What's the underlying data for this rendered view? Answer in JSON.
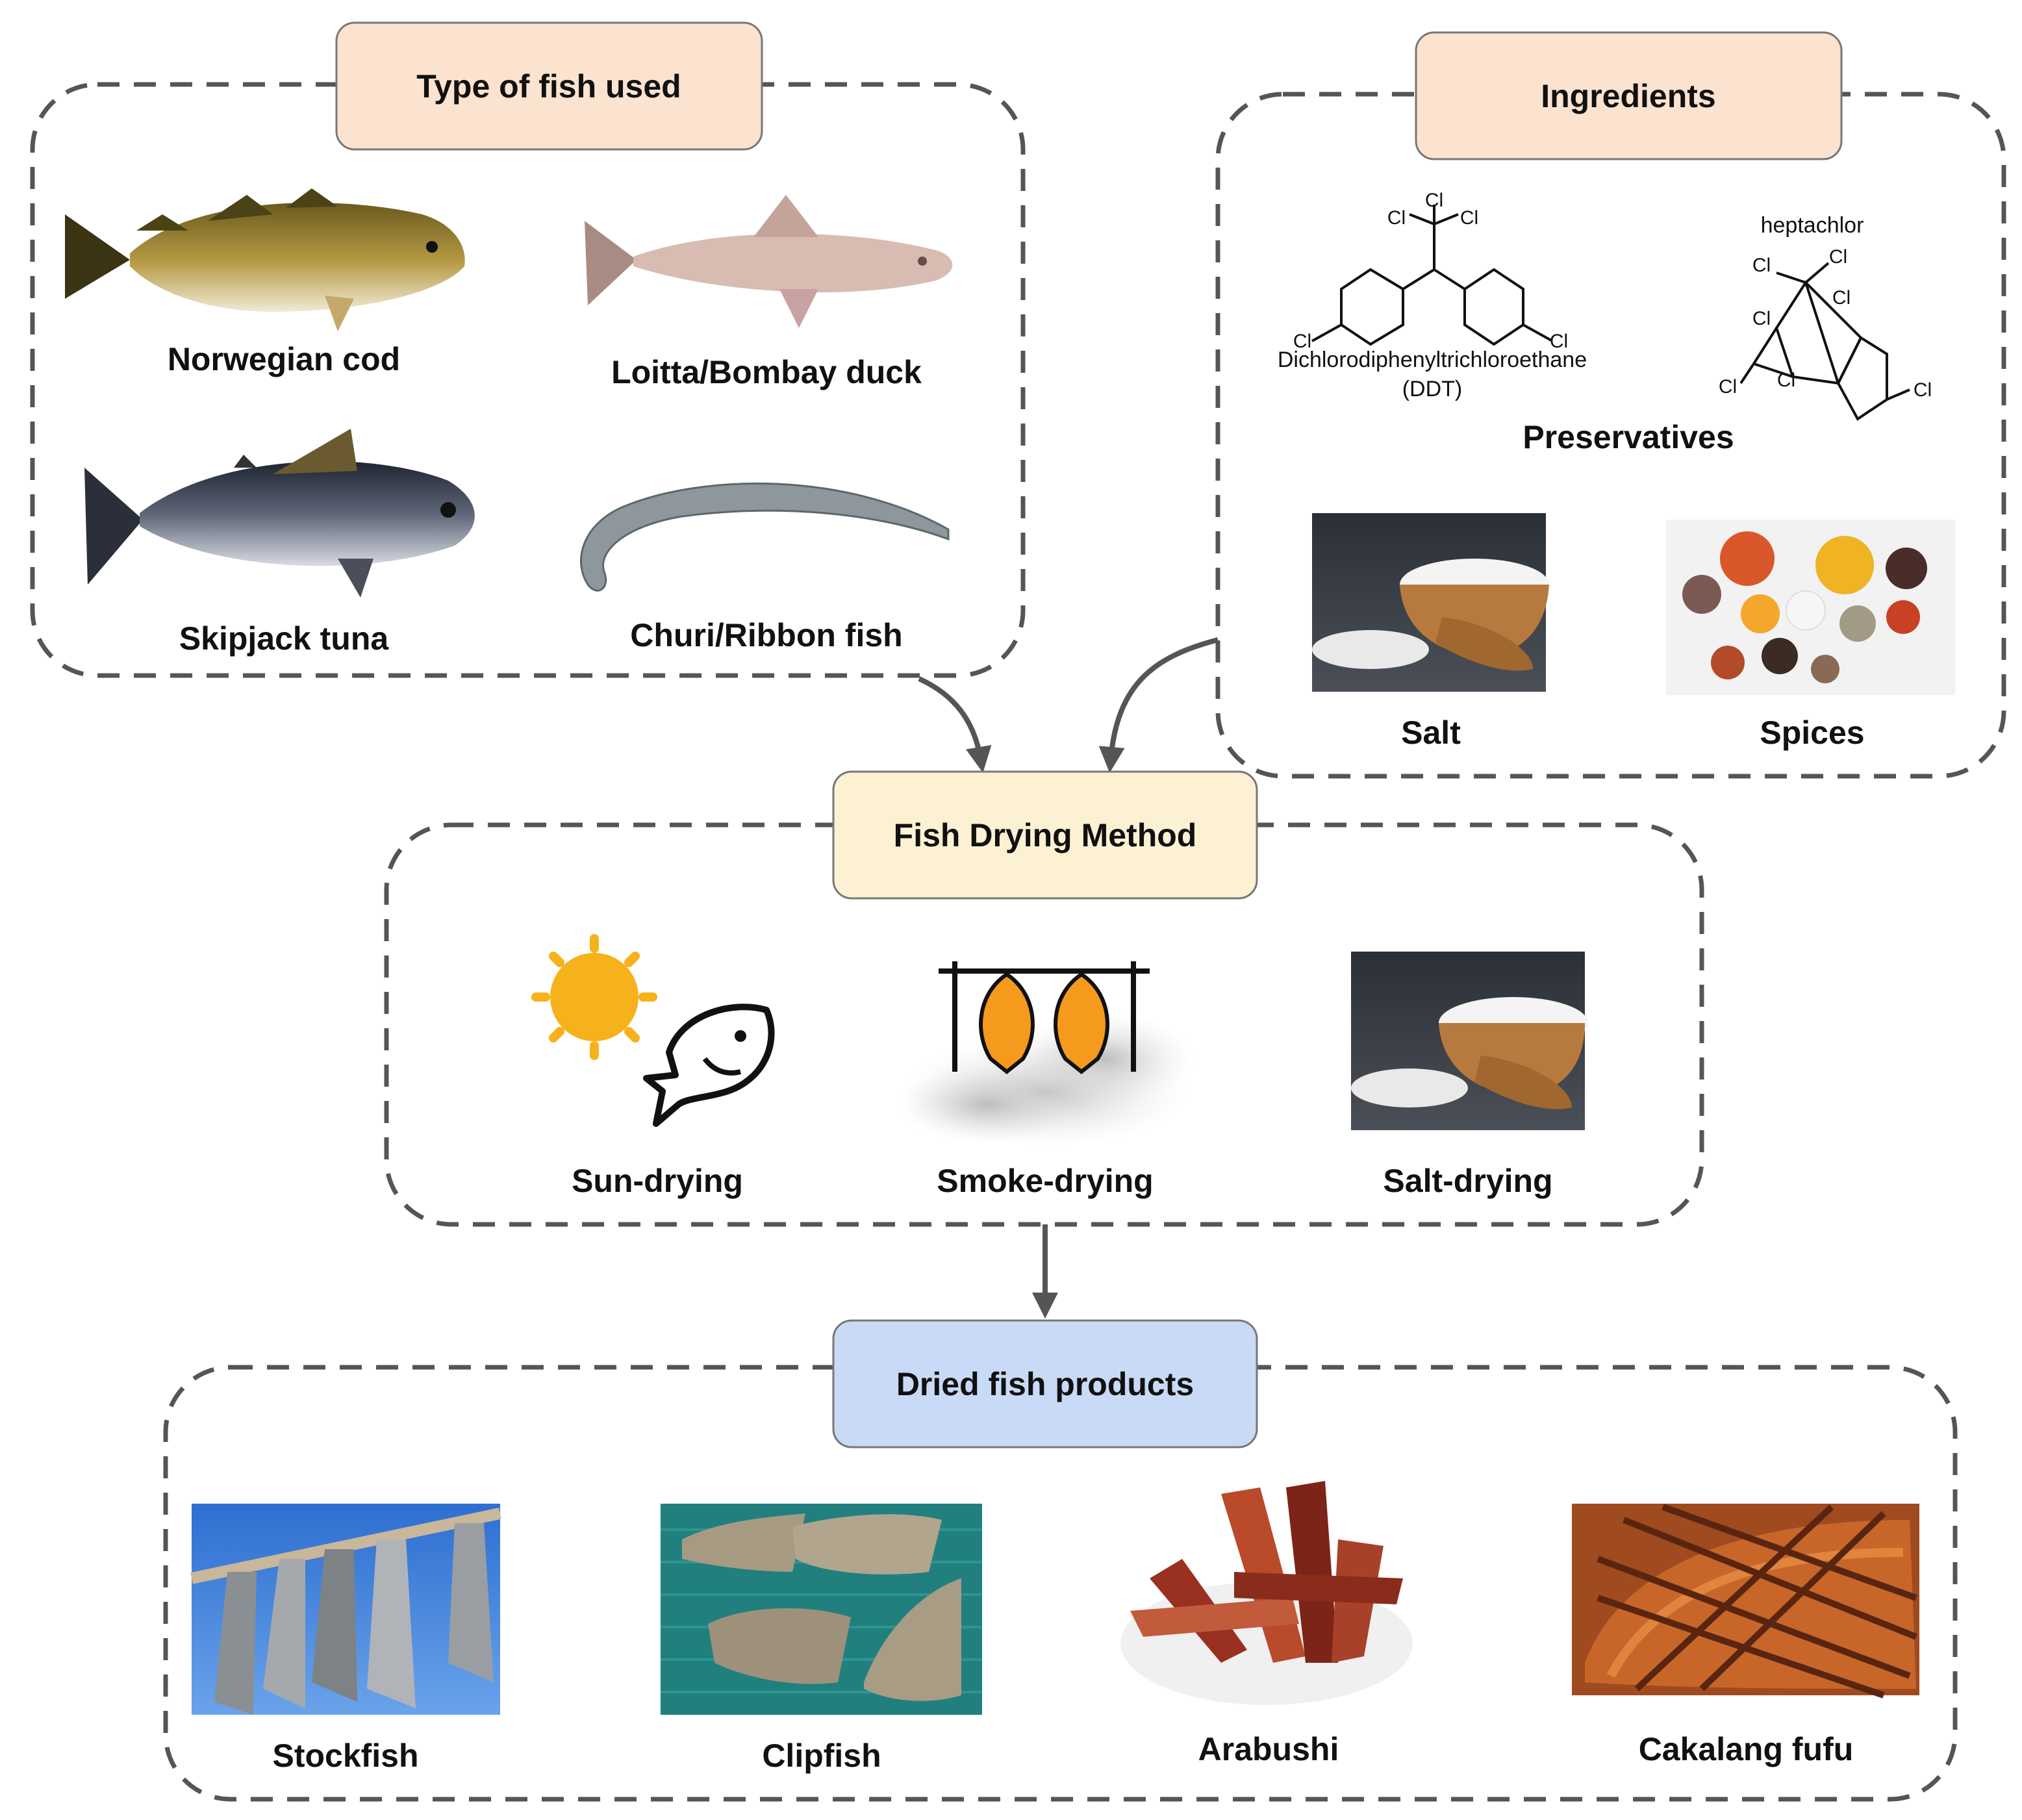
{
  "fish_types": {
    "header": "Type of fish used",
    "items": [
      "Norwegian cod",
      "Loitta/Bombay duck",
      "Skipjack tuna",
      "Churi/Ribbon fish"
    ]
  },
  "ingredients": {
    "header": "Ingredients",
    "ddt_name": "Dichlorodiphenyltrichloroethane",
    "ddt_abbr": "(DDT)",
    "heptachlor": "heptachlor",
    "preservatives_label": "Preservatives",
    "chlorine_symbol": "Cl",
    "salt_label": "Salt",
    "spices_label": "Spices"
  },
  "drying": {
    "header": "Fish Drying Method",
    "methods": [
      "Sun-drying",
      "Smoke-drying",
      "Salt-drying"
    ]
  },
  "products": {
    "header": "Dried fish products",
    "items": [
      "Stockfish",
      "Clipfish",
      "Arabushi",
      "Cakalang fufu"
    ]
  },
  "colors": {
    "fish_header_fill": "#fbe3cf",
    "ingredients_header_fill": "#fbe3cf",
    "drying_header_fill": "#fdf1d3",
    "products_header_fill": "#c9daf6",
    "dashed_border": "#555555"
  }
}
